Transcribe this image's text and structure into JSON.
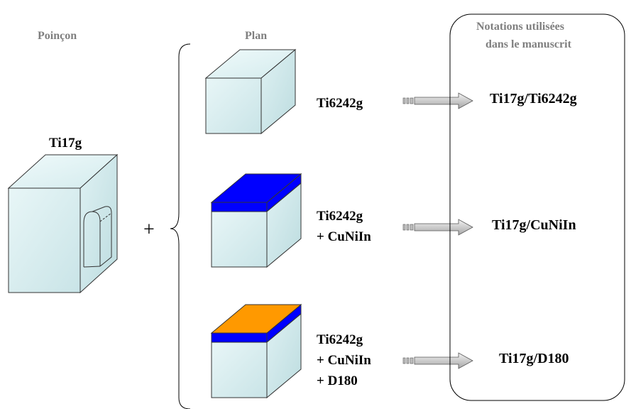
{
  "headers": {
    "poincon": "Poinçon",
    "plan": "Plan",
    "notations_line1": "Notations utilisées",
    "notations_line2": "dans le manuscrit"
  },
  "punch": {
    "label": "Ti17g",
    "plus": "+"
  },
  "plans": [
    {
      "lines": [
        "Ti6242g"
      ],
      "coating": "none"
    },
    {
      "lines": [
        "Ti6242g",
        "+ CuNiIn"
      ],
      "coating": "CuNiIn"
    },
    {
      "lines": [
        "Ti6242g",
        "+ CuNiIn",
        "+ D180"
      ],
      "coating": "CuNiIn + D180"
    }
  ],
  "notations": [
    "Ti17g/Ti6242g",
    "Ti17g/CuNiIn",
    "Ti17g/D180"
  ],
  "colors": {
    "cube_fill": "#d9eef0",
    "cuniin_layer": "#0000ff",
    "d180_layer": "#ff9900",
    "arrow_fill": "#bfbfbf",
    "header_text": "#7f7f7f"
  }
}
